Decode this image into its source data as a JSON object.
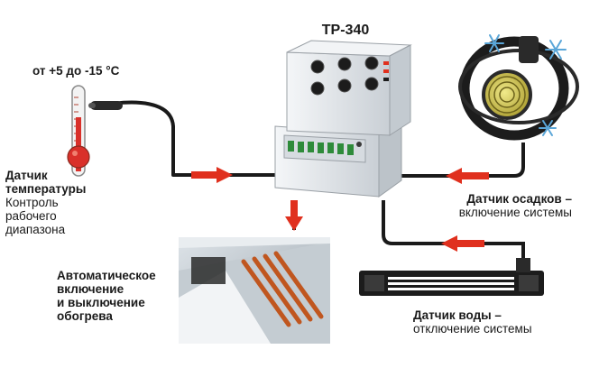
{
  "device": {
    "title": "ТР-340"
  },
  "temperature_sensor": {
    "range": "от +5 до -15 °C",
    "title_line1": "Датчик",
    "title_line2": "температуры",
    "desc_line1": "Контроль",
    "desc_line2": "рабочего",
    "desc_line3": "диапазона"
  },
  "precipitation_sensor": {
    "title": "Датчик осадков –",
    "desc": "включение системы"
  },
  "water_sensor": {
    "title": "Датчик воды –",
    "desc": "отключение системы"
  },
  "heating": {
    "line1": "Автоматическое",
    "line2": "включение",
    "line3": "и выключение",
    "line4": "обогрева"
  },
  "colors": {
    "cable": "#1a1a1a",
    "arrow": "#e0301e",
    "thermometer_bulb": "#d9302a",
    "device_body": "#e9ecef",
    "terminal": "#2e8b3a",
    "sensor_yellow": "#d8cf4a"
  }
}
